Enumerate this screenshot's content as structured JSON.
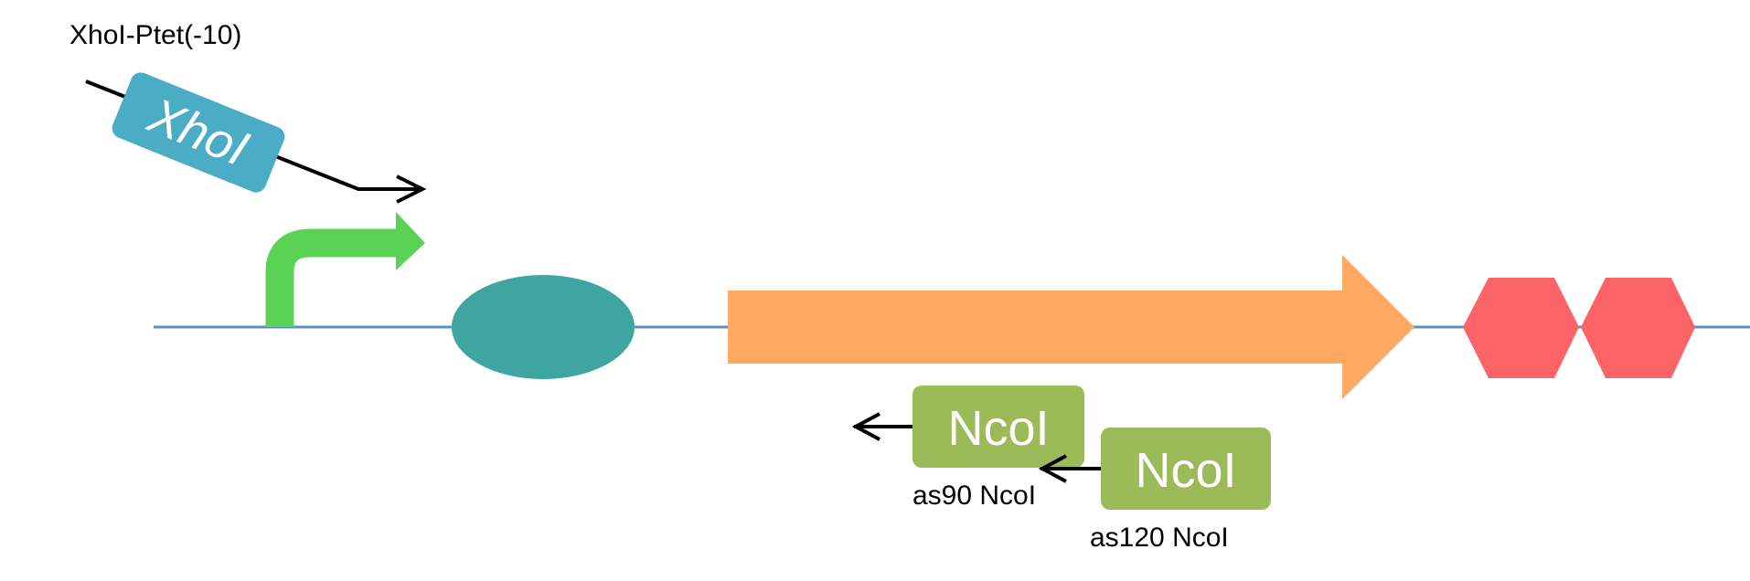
{
  "forward_primer": {
    "name": "XhoI-Ptet(-10)",
    "site": "XhoI"
  },
  "reverse_primers": [
    {
      "name": "as90 NcoI",
      "site": "NcoI"
    },
    {
      "name": "as120 NcoI",
      "site": "NcoI"
    }
  ],
  "colors": {
    "backbone": "#5b8fc4",
    "promoter": "#5ad354",
    "rbs": "#3fa5a1",
    "cds": "#ffa862",
    "terminator": "#fd6467",
    "xhoi_box": "#4bacc6",
    "ncoi_box": "#9bbb59",
    "arrow": "#000000",
    "box_text": "#ffffff"
  }
}
